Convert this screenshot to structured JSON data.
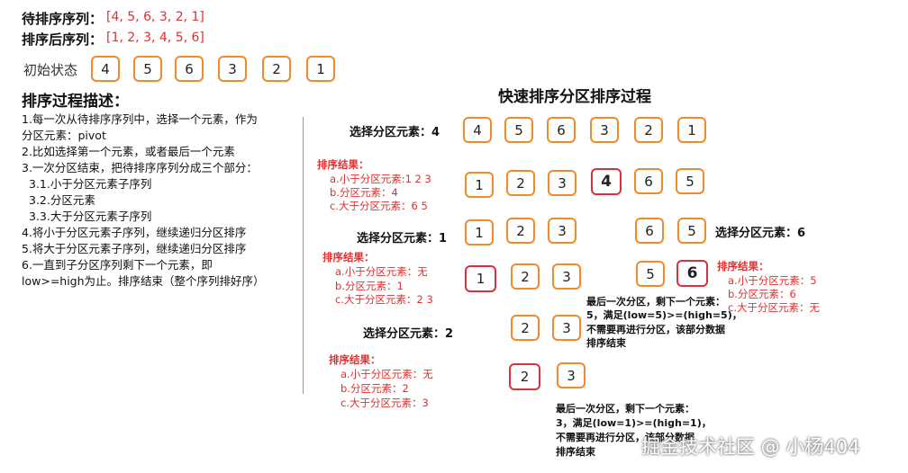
{
  "top": {
    "unsorted_label": "待排序序列：",
    "unsorted_value": "[4, 5, 6, 3, 2, 1]",
    "sorted_label": "排序后序列：",
    "sorted_value": "[1, 2, 3, 4, 5, 6]",
    "initial_label": "初始状态",
    "initial_values": [
      "4",
      "5",
      "6",
      "3",
      "2",
      "1"
    ]
  },
  "desc": {
    "title": "排序过程描述：",
    "lines": [
      "1.每一次从待排序序列中，选择一个元素，作为",
      "分区元素：pivot",
      "2.比如选择第一个元素，或者最后一个元素",
      "3.一次分区结束，把待排序序列分成三个部分：",
      "  3.1.小于分区元素子序列",
      "  3.2.分区元素",
      "  3.3.大于分区元素子序列",
      "4.将小于分区元素子序列，继续递归分区排序",
      "5.将大于分区元素子序列，继续递归分区排序",
      "6.一直到子分区序列剩下一个元素，即",
      "low>=high为止。排序结束（整个序列排好序）"
    ]
  },
  "diagram": {
    "title": "快速排序分区排序过程",
    "step1_label": "选择分区元素：4",
    "step1_values": [
      "4",
      "5",
      "6",
      "3",
      "2",
      "1"
    ],
    "result1": {
      "title": "排序结果：",
      "a": "a.小于分区元素:1 2 3",
      "b": "b.分区元素：4",
      "c": "c.大于分区元素：6 5"
    },
    "row2_values": [
      "1",
      "2",
      "3",
      "4",
      "6",
      "5"
    ],
    "step2_left_label": "选择分区元素：1",
    "step2_left_values": [
      "1",
      "2",
      "3"
    ],
    "step2_right_values": [
      "6",
      "5"
    ],
    "step2_right_label": "选择分区元素：6",
    "result2_left": {
      "title": "排序结果：",
      "a": "a.小于分区元素：无",
      "b": "b.分区元素：1",
      "c": "c.大于分区元素：2 3"
    },
    "row4_left_values": [
      "1",
      "2",
      "3"
    ],
    "row4_right_values": [
      "5",
      "6"
    ],
    "result2_right": {
      "title": "排序结果：",
      "a": "a.小于分区元素：5",
      "b": "b.分区元素：6",
      "c": "c.大于分区元素：无"
    },
    "note1": [
      "最后一次分区，剩下一个元素：",
      "5，满足(low=5)>=(high=5)，",
      "不需要再进行分区，该部分数据",
      "排序结束"
    ],
    "step3_label": "选择分区元素：2",
    "step3_values": [
      "2",
      "3"
    ],
    "result3": {
      "title": "排序结果：",
      "a": "a.小于分区元素：无",
      "b": "b.分区元素：2",
      "c": "c.大于分区元素：3"
    },
    "row6_values": [
      "2",
      "3"
    ],
    "note2": [
      "最后一次分区，剩下一个元素：",
      "3，满足(low=1)>=(high=1)，",
      "不需要再进行分区，该部分数据",
      "排序结束"
    ]
  },
  "watermark": "掘金技术社区 @ 小杨404",
  "colors": {
    "box_border": "#f08a2a",
    "pivot_border": "#d8313b",
    "result_text": "#e03030"
  }
}
